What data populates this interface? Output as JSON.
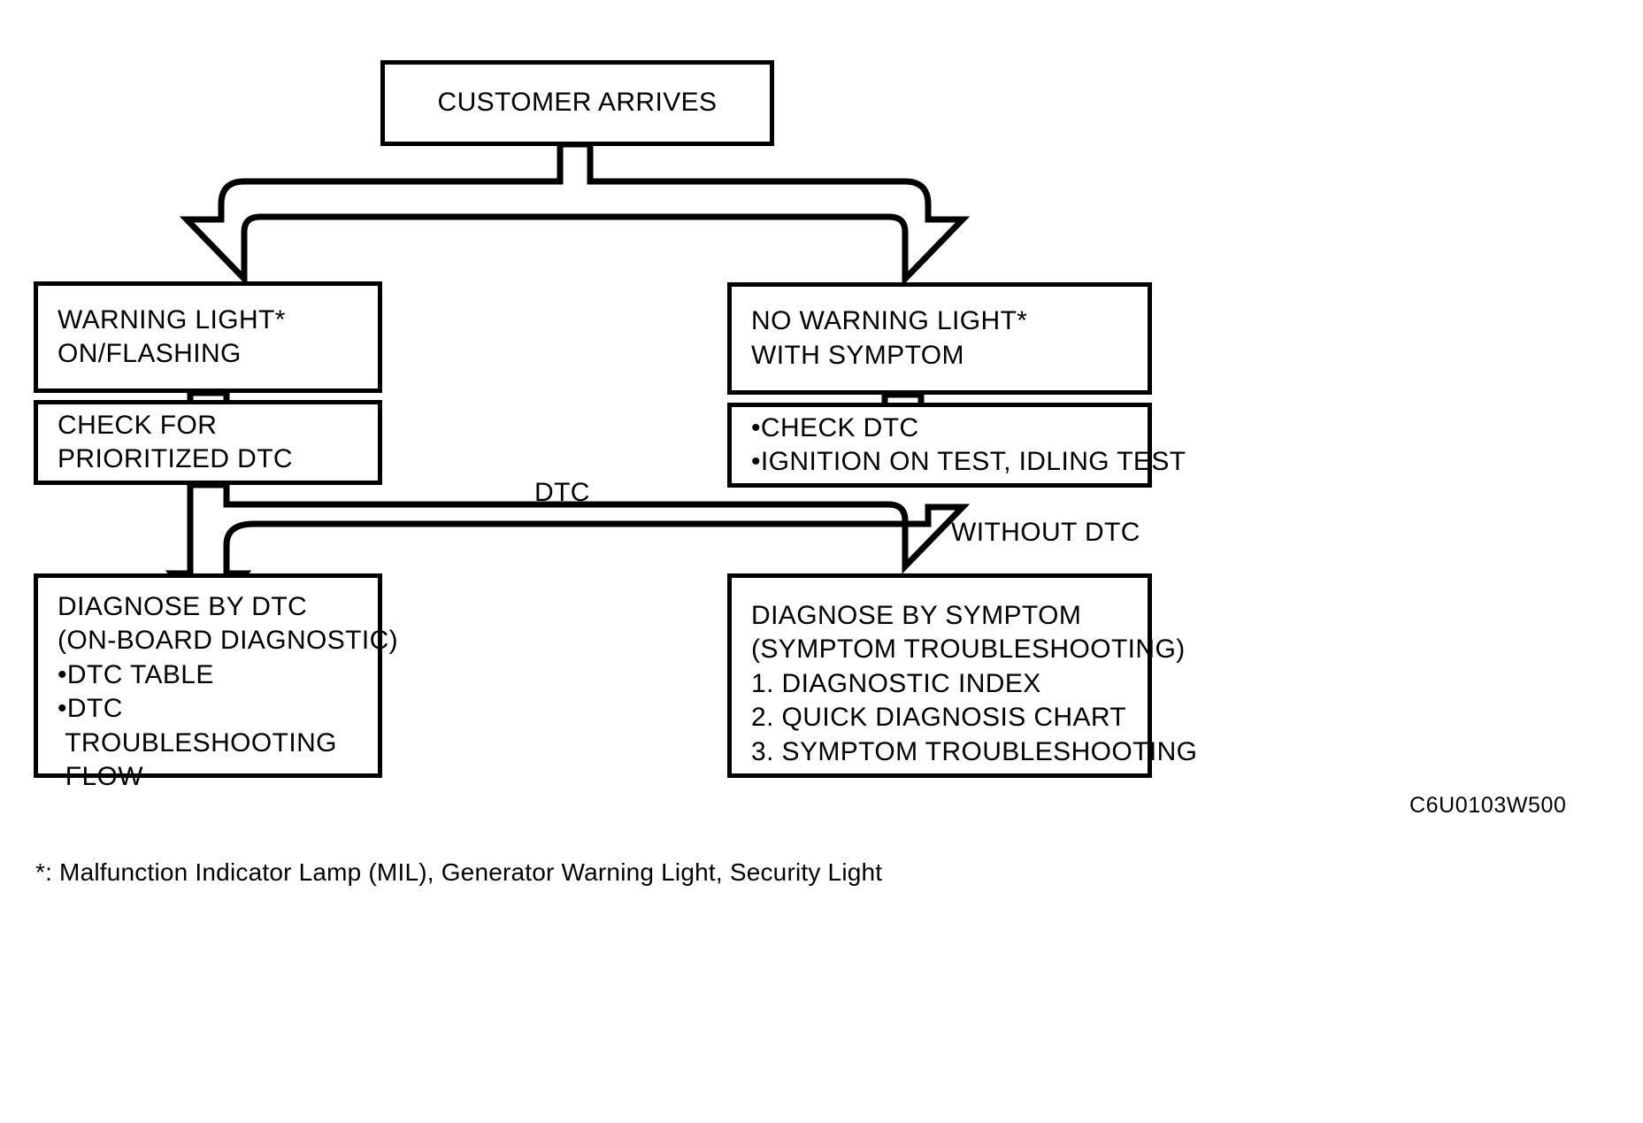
{
  "diagram": {
    "title_box": {
      "id": "customer-arrives",
      "lines": [
        "CUSTOMER ARRIVES"
      ]
    },
    "nodes": [
      {
        "id": "warning-light-on-flashing",
        "lines": [
          "WARNING LIGHT*",
          "ON/FLASHING"
        ]
      },
      {
        "id": "no-warning-light-with-symptom",
        "lines": [
          "NO WARNING LIGHT*",
          "WITH SYMPTOM"
        ]
      },
      {
        "id": "check-for-prioritized-dtc",
        "lines": [
          "CHECK FOR",
          "PRIORITIZED DTC"
        ]
      },
      {
        "id": "check-dtc-ignition-idling",
        "lines": [
          "•CHECK DTC",
          "•IGNITION ON TEST, IDLING TEST"
        ]
      },
      {
        "id": "diagnose-by-dtc",
        "lines": [
          "DIAGNOSE BY DTC",
          "(ON-BOARD DIAGNOSTIC)",
          "•DTC TABLE",
          "•DTC",
          " TROUBLESHOOTING",
          " FLOW"
        ]
      },
      {
        "id": "diagnose-by-symptom",
        "lines": [
          "DIAGNOSE BY SYMPTOM",
          "(SYMPTOM TROUBLESHOOTING)",
          "1. DIAGNOSTIC INDEX",
          "2. QUICK DIAGNOSIS CHART",
          "3. SYMPTOM TROUBLESHOOTING"
        ]
      }
    ],
    "edge_labels": [
      {
        "id": "dtc-label",
        "text": "DTC"
      },
      {
        "id": "without-dtc-label",
        "text": "WITHOUT DTC"
      }
    ],
    "reference_code": "C6U0103W500",
    "footnote": "*: Malfunction Indicator Lamp (MIL), Generator Warning Light, Security Light",
    "colors": {
      "stroke": "#000000",
      "fill": "#ffffff"
    }
  }
}
